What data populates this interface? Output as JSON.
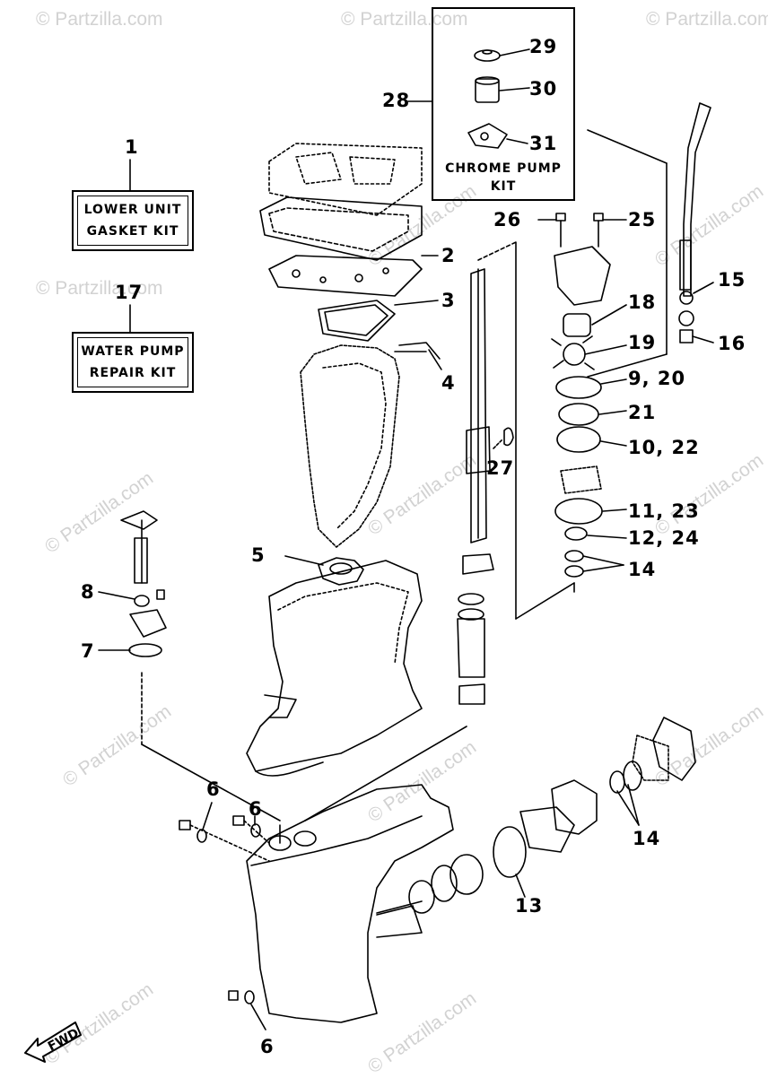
{
  "watermarks": [
    "© Partzilla.com",
    "© Partzilla.com",
    "© Partzilla.com",
    "© Partzilla.com",
    "© Partzilla.com",
    "© Partzilla.com",
    "© Partzilla.com",
    "© Partzilla.com",
    "© Partzilla.com",
    "© Partzilla.com",
    "© Partzilla.com",
    "© Partzilla.com",
    "© Partzilla.com",
    "© Partzilla.com"
  ],
  "kits": {
    "gasket": {
      "ref": "1",
      "line1": "LOWER UNIT",
      "line2": "GASKET KIT"
    },
    "pump": {
      "ref": "17",
      "line1": "WATER PUMP",
      "line2": "REPAIR KIT"
    },
    "chrome": {
      "ref": "28",
      "line1": "CHROME PUMP",
      "line2": "KIT",
      "parts": [
        "29",
        "30",
        "31"
      ]
    }
  },
  "callouts": {
    "c2": "2",
    "c3": "3",
    "c4": "4",
    "c5": "5",
    "c6a": "6",
    "c6b": "6",
    "c6c": "6",
    "c7": "7",
    "c8": "8",
    "c9_20": "9, 20",
    "c10_22": "10, 22",
    "c11_23": "11, 23",
    "c12_24": "12, 24",
    "c13": "13",
    "c14a": "14",
    "c14b": "14",
    "c15": "15",
    "c16": "16",
    "c18": "18",
    "c19": "19",
    "c21": "21",
    "c25": "25",
    "c26": "26",
    "c27": "27"
  },
  "fwd_label": "FWD",
  "colors": {
    "line": "#000000",
    "watermark": "#d2d2d2",
    "background": "#ffffff"
  }
}
